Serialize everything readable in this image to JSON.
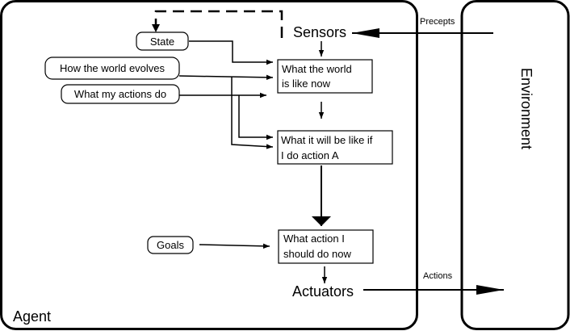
{
  "agent": {
    "label": "Agent"
  },
  "environment": {
    "label": "Environment"
  },
  "sensors": {
    "label": "Sensors"
  },
  "actuators": {
    "label": "Actuators"
  },
  "percepts": {
    "label": "Precepts"
  },
  "actions": {
    "label": "Actions"
  },
  "inputs": {
    "state": "State",
    "world_evolves": "How the world evolves",
    "my_actions": "What my actions do",
    "goals": "Goals"
  },
  "process": {
    "world_now_line1": "What the world",
    "world_now_line2": "is like now",
    "if_action_line1": "What it will be like if",
    "if_action_line2": "I do action A",
    "action_now_line1": "What action I",
    "action_now_line2": "should do now"
  }
}
